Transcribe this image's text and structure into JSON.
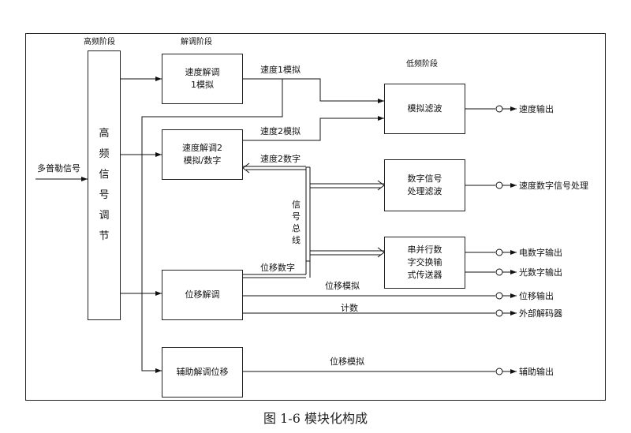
{
  "stages": {
    "hf": "高频阶段",
    "demod": "解调阶段",
    "lf": "低频阶段"
  },
  "input_label": "多普勒信号",
  "hf_block": [
    "高",
    "频",
    "信",
    "号",
    "调",
    "节"
  ],
  "blocks": {
    "speed1": [
      "速度解调",
      "1模拟"
    ],
    "speed2": [
      "速度解调2",
      "模拟/数字"
    ],
    "disp": "位移解调",
    "aux": "辅助解调位移",
    "analog_filter": "模拟滤波",
    "digital_filter": [
      "数字信号",
      "处理滤波"
    ],
    "serial_parallel": [
      "串并行数",
      "字交换输",
      "式传送器"
    ]
  },
  "signals": {
    "speed1_analog": "速度1模拟",
    "speed2_analog": "速度2模拟",
    "speed2_digital": "速度2数字",
    "disp_digital": "位移数字",
    "disp_analog": "位移模拟",
    "count": "计数",
    "aux_disp_analog": "位移模拟"
  },
  "bus_label": [
    "信",
    "号",
    "总",
    "线"
  ],
  "outputs": {
    "speed_out": "速度输出",
    "speed_digital_proc": "速度数字信号处理",
    "elec_digital_out": "电数字输出",
    "optical_digital_out": "光数字输出",
    "disp_out": "位移输出",
    "ext_decoder": "外部解码器",
    "aux_out": "辅助输出"
  },
  "caption": "图 1-6 模块化构成"
}
